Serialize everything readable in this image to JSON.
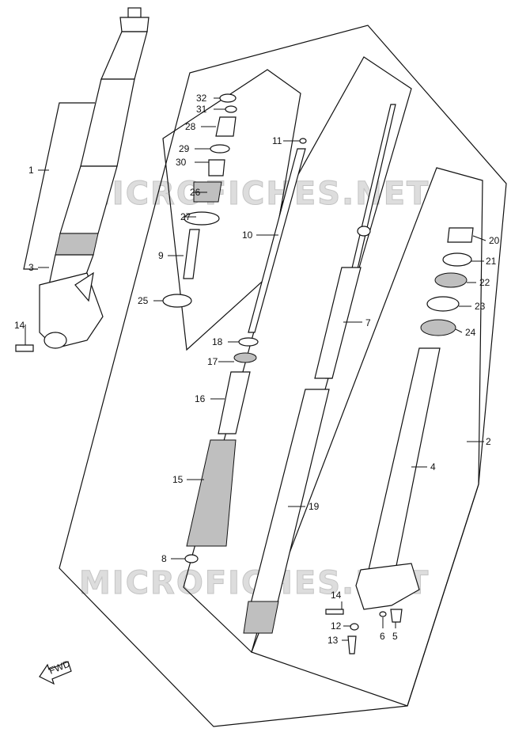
{
  "watermark": "MICROFICHES.NET",
  "fwd_label": "FWD",
  "callouts": {
    "c1": "1",
    "c2": "2",
    "c3": "3",
    "c4": "4",
    "c5": "5",
    "c6": "6",
    "c7": "7",
    "c8": "8",
    "c9": "9",
    "c10": "10",
    "c11": "11",
    "c12": "12",
    "c13": "13",
    "c14a": "14",
    "c14b": "14",
    "c15": "15",
    "c16": "16",
    "c17": "17",
    "c18": "18",
    "c19": "19",
    "c20": "20",
    "c21": "21",
    "c22": "22",
    "c23": "23",
    "c24": "24",
    "c25": "25",
    "c26": "26",
    "c27": "27",
    "c28": "28",
    "c29": "29",
    "c30": "30",
    "c31": "31",
    "c32": "32"
  }
}
